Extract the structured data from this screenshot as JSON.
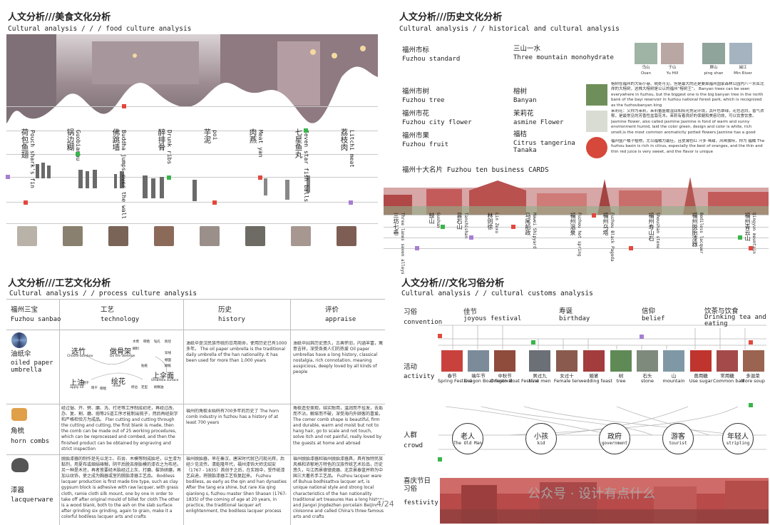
{
  "q1": {
    "title": "人文分析///美食文化分析",
    "subtitle": "Cultural analysis / / / food culture analysis",
    "foods": [
      {
        "cn": "荷包鱼翅",
        "en": "Pouch shark's fin"
      },
      {
        "cn": "锅边糊",
        "en": "Guobianhu"
      },
      {
        "cn": "佛跳墙",
        "en": "Buddha jumps over the wall"
      },
      {
        "cn": "醉排骨",
        "en": "Drunk ribs"
      },
      {
        "cn": "芋泥",
        "en": "poi"
      },
      {
        "cn": "肉燕",
        "en": "Meat yan"
      },
      {
        "cn": "七星鱼丸",
        "en": "Seven star fish balls"
      },
      {
        "cn": "荔枝肉",
        "en": "Litchi meat"
      }
    ]
  },
  "q2": {
    "title": "人文分析///历史文化分析",
    "subtitle": "Cultural analysis / / historical and cultural analysis",
    "items": [
      {
        "cn": "福州市标",
        "en": "Fuzhou standard"
      },
      {
        "cn": "三山一水",
        "en": "Three mountain monohydrate"
      },
      {
        "cn": "福州市树",
        "en": "Fuzhou tree"
      },
      {
        "cn": "榕树",
        "en": "Banyan"
      },
      {
        "cn": "福州市花",
        "en": "Fuzhou city flower"
      },
      {
        "cn": "茉莉花",
        "en": "asmine Flower"
      },
      {
        "cn": "福州市果",
        "en": "Fuzhou fruit"
      },
      {
        "cn": "福桔",
        "en": "Citrus tangerina Tanaka"
      }
    ],
    "mountains": [
      {
        "cn": "乌山",
        "en": "Osan"
      },
      {
        "cn": "于山",
        "en": "Yu Hill"
      },
      {
        "cn": "屏山",
        "en": "ping shan"
      },
      {
        "cn": "闽江",
        "en": "Min River"
      }
    ],
    "desc_banyan": "榕树在福州的大街小巷、随处可见，但是最大的还是要算福州国家森林公园内八一水库北岸的大榕树，这株大榕树是公认的福州“榕树王”。 Banyan trees can be seen everywhere in fuzhou, but the biggest one is the big banyan tree in the north bank of the bayi reservoir in fuzhou national forest park, which is recognized as the fuzhoubanyan king",
    "desc_jasmine": "茉莉花：又称为茉莉，茉莉番盛暖湿润和阳光充足环境，其叶色翠绿，花色洁白，香气浓郁，是最常见的芳香性盆栽花木。茉莉有着良好的保健和美容功效，可以饮食饮食。 Jasmine flower, also called jasmine Jasmine is fond of warm and sunny environment humid, laid the color green, design and color is white, rich smell,is the most common aromaticity potted flowers Jasmine has a good health and beauty effect can be used in the diet",
    "desc_orange": "福州盛产橘子植物，尤以福橘为最佳，且皮薄色红 汁多 味甜，风味独特，称为 福橘 The fuzhou basin is rich in citrus, especially the best of oranges, and the thin and thin red juice is very sweet, and the flavor is unique",
    "cards_title": "福州十大名片  Fuzhou ten business CARDS",
    "cards": [
      {
        "cn": "三坊七巷",
        "en": "Three lanes seven alleys"
      },
      {
        "cn": "鼓山",
        "en": "Gushan"
      },
      {
        "cn": "昙石山",
        "en": "Tanshishan"
      },
      {
        "cn": "林则徐",
        "en": "Lin Zexu"
      },
      {
        "cn": "马尾船政",
        "en": "Mawei Shipyard"
      },
      {
        "cn": "福州温泉",
        "en": "Fuzhou hot spring"
      },
      {
        "cn": "福州乌塔",
        "en": "Fuzhou Black Pagoda"
      },
      {
        "cn": "福州寿山石",
        "en": "Shoushan stone"
      },
      {
        "cn": "福州脱胎漆器",
        "en": "Bodiless lacquer"
      },
      {
        "cn": "福州青云山",
        "en": "Qingyun mountain"
      }
    ]
  },
  "q3": {
    "title": "人文分析///工艺文化分析",
    "subtitle": "Cultural analysis / / process culture analysis",
    "headers": [
      {
        "cn": "福州三宝",
        "en": "Fuzhou sanbao"
      },
      {
        "cn": "工艺",
        "en": "technology"
      },
      {
        "cn": "历史",
        "en": "history"
      },
      {
        "cn": "评价",
        "en": "appraise"
      }
    ],
    "rows": [
      {
        "cn": "油纸伞",
        "en": "oiled paper umbrella",
        "history": "油纸伞是汉民族传统的日用商命，使用历史已有1000多年。 The oil paper umbrella is the traditional daily umbrella of the han nationality. It has been used for more than 1,000 years",
        "appraise": "油纸伞因其历史悠久，古典怀旧，内涵丰富，寓意吉祥，深受各类人们的热爱 Oil paper umbrellas have a long history, classical nostalgia, rich connotation, meaning auspicious, deeply loved by all kinds of people"
      },
      {
        "cn": "角梳",
        "en": "horn combs",
        "tech": "经过锯、开、劈、磨、洗、打坯等工序制成初坯，再经过改、办、复、割、磨、抛等25道工序才能制出梳子，然后再经刻字和严格检验方为成品。 Fter cutting and cutting through the cutting and cutting, the first blank is made, then the comb can be made out of 25 working procedures, which can be reprocessed and combed, and then the finished product can be obtained by engraving and strict inspection",
        "history": "福州的角梳业始码有700多年的历史了 The horn comb industry in fuzhou has a history of at least 700 years",
        "appraise": "角梳造型美观，结实耐用，温润而不挂发，去垢而不沾，解痒而不破，深受海内外顾客的喜爱。 The comer comb shape is beautiful, firm and durable, warm and moist but not to hang hair, go to scale and not touch, solve itch and not painful, really loved by the guests at home and abroad"
      },
      {
        "cn": "漆器",
        "en": "lacquerware",
        "tech": "脱胎漆器的制作是先以泥土、石膏、木模等制成胎坯，以生漆为黏剂，用夏布或绸绢裱糊，阴干后脱去原胎模的漆衣之为布坯。另一种是木坯，再者皆要经木胎经过上灰、打磨、髹饰研磨，再加以纹饰，使之成为胸器或室的脱胎漆器工艺品。 Bodiless lacquer production is first made tire type, such as clay gypsum block is adhesive with raw lacquer, with grass cloth, ramie cloth silk mount, one by one in order to take off after original mould of billet for cloth The other is a wood blank, both to the ash on the slab surface after grinding six grinding, again to grain, make it a colorful bodiless lacquer arts and crafts",
        "history": "福州脱胎器，早在秦汉，唐宋时代就已闪现光辉，后经少见流传。清乾隆年代，福州漆饰大师沈绍安（1767 - 1835）首创于之后，在实践中，受传统漆艺启迪，将脱胎漆器工艺恢复起来。 Fuzhou bodiless, as early as the qin and han dynasties After the tang era shine, but rare Xia qing qianlong s, fuzhou master Shen Shaoan (1767-1835) of the coming of age at 20 years, in practice, the traditional lacquer art enlightenment, the bodiless lacquer process",
        "appraise": "福州脱胎漆器和福州脱胎漆器具，具有独特民族风格和浓郁地方特色的汉族传统艺术珍品，历史悠久，与江西景德镇瓷器、北京景泰蓝并称为中国三大著名手工艺品。 Fuzhou lacquer ware of Buhua bodhisattva lacquer art, is unique national style and strong local characteristics of the han nationality traditional art treasures Has a long history and jiangxi jingdezhen porcelain Beijing cloisonne and called China's three famous arts and crafts"
      }
    ],
    "umbrella_steps": [
      {
        "cn": "选竹",
        "en": "Choose bamboo"
      },
      {
        "cn": "做骨架",
        "en": "Do the skeleton"
      },
      {
        "cn": "上油",
        "en": "apply oil"
      },
      {
        "cn": "绘花",
        "en": "draw"
      },
      {
        "cn": "上伞面",
        "en": "Umbrella surface"
      }
    ],
    "umbrella_minor": [
      "水煮",
      "晾晒",
      "钻孔",
      "削坯",
      "穿线",
      "绷面",
      "糊纸",
      "糊料",
      "晒干",
      "晾干",
      "修边",
      "定型",
      "刷桐油",
      "晾晒",
      "贴纸"
    ]
  },
  "q4": {
    "title": "人文分析///文化习俗分析",
    "subtitle": "Cultural analysis / / cultural customs analysis",
    "row_labels": [
      {
        "cn": "习俗",
        "en": "convention"
      },
      {
        "cn": "活动",
        "en": "activity"
      },
      {
        "cn": "人群",
        "en": "crowd"
      },
      {
        "cn": "喜庆节日习俗",
        "en": "festivity"
      }
    ],
    "conventions": [
      {
        "cn": "佳节",
        "en": "joyous festival"
      },
      {
        "cn": "寿诞",
        "en": "birthday"
      },
      {
        "cn": "信仰",
        "en": "belief"
      },
      {
        "cn": "饮茶与饮食",
        "en": "Drinking tea and eating"
      }
    ],
    "activities": [
      {
        "cn": "春节",
        "en": "Spring Festival"
      },
      {
        "cn": "端午节",
        "en": "Dragon Boat Festival"
      },
      {
        "cn": "中秋节",
        "en": "Dragon Boat Festival"
      },
      {
        "cn": "男过九",
        "en": "Nine men"
      },
      {
        "cn": "女过十",
        "en": "Female ten"
      },
      {
        "cn": "婚宴",
        "en": "wedding feast"
      },
      {
        "cn": "树",
        "en": "tree"
      },
      {
        "cn": "石头",
        "en": "stone"
      },
      {
        "cn": "山",
        "en": "mountain"
      },
      {
        "cn": "兽用糖",
        "en": "Use sugar"
      },
      {
        "cn": "常用糖",
        "en": "Common bad"
      },
      {
        "cn": "多滋菜",
        "en": "More soup"
      }
    ],
    "crowds": [
      {
        "cn": "老人",
        "en": "The Old Man"
      },
      {
        "cn": "小孩",
        "en": "kid"
      },
      {
        "cn": "政府",
        "en": "government"
      },
      {
        "cn": "游客",
        "en": "tourist"
      },
      {
        "cn": "年轻人",
        "en": "stripling"
      }
    ]
  },
  "page_number": "4/24",
  "watermark": "公众号 · 设计有点什么",
  "colors": {
    "green": "#39b54a",
    "red": "#e2483d",
    "purple": "#a77ed0",
    "grid": "#c9c9c9",
    "street": "#7d6d72",
    "arch": "#c45b5b"
  }
}
